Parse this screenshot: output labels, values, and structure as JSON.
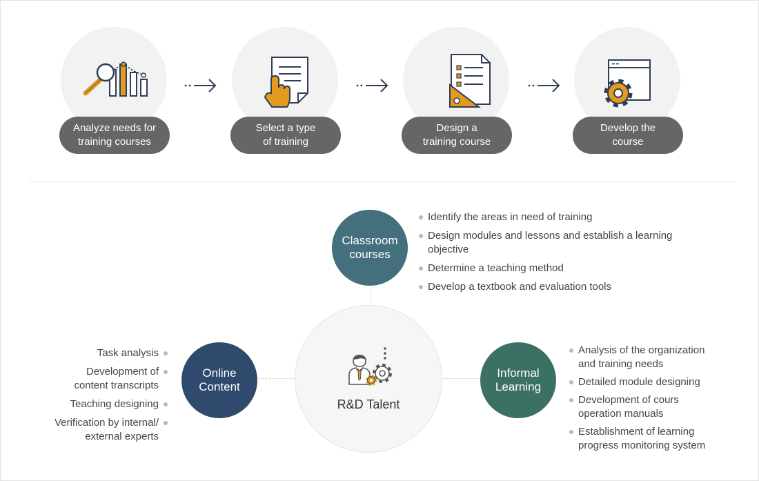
{
  "process_steps": [
    {
      "label": "Analyze needs for\ntraining courses",
      "icon": "analysis-chart-icon"
    },
    {
      "label": "Select a type\nof training",
      "icon": "document-select-icon"
    },
    {
      "label": "Design a\ntraining course",
      "icon": "design-checklist-icon"
    },
    {
      "label": "Develop the\ncourse",
      "icon": "develop-gear-icon"
    }
  ],
  "hub": {
    "label": "R&D Talent",
    "icon": "person-gears-icon"
  },
  "classroom": {
    "title": "Classroom\ncourses",
    "items": [
      "Identify the areas in need of training",
      "Design modules and lessons and establish a learning\nobjective",
      "Determine a teaching method",
      "Develop a textbook and evaluation tools"
    ]
  },
  "online": {
    "title": "Online\nContent",
    "items": [
      "Task analysis",
      "Development of\ncontent transcripts",
      "Teaching designing",
      "Verification by internal/\nexternal experts"
    ]
  },
  "informal": {
    "title": "Informal\nLearning",
    "items": [
      "Analysis of the organization\nand training needs",
      "Detailed module designing",
      "Development of cours\n operation manuals",
      "Establishment of learning\nprogress monitoring system"
    ]
  },
  "colors": {
    "accent": "#e39b1f",
    "navy": "#2f4a6d",
    "teal": "#446f7d",
    "green": "#3b7165",
    "label_bg": "#666666"
  }
}
